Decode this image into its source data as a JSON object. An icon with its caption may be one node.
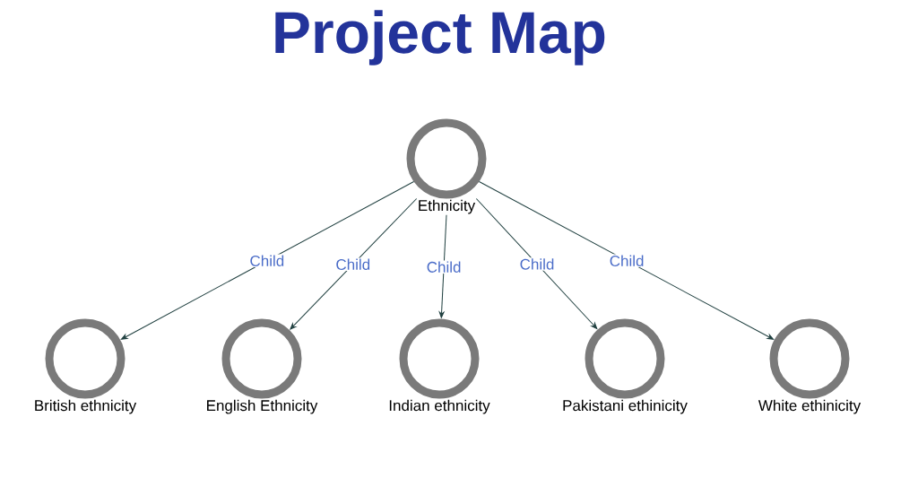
{
  "diagram": {
    "title": "Project Map",
    "nodes": [
      {
        "text": [
          "Ethnicity"
        ]
      },
      {
        "text": [
          "British ethnicity"
        ]
      },
      {
        "text": [
          "English Ethnicity"
        ]
      },
      {
        "text": [
          "Indian ethnicity"
        ]
      },
      {
        "text": [
          "Pakistani ethinicity"
        ]
      },
      {
        "text": [
          "White ethinicity"
        ]
      }
    ],
    "edges": [
      {
        "from": 0,
        "to": 1,
        "arrow": "to",
        "label": "Child"
      },
      {
        "from": 0,
        "to": 2,
        "arrow": "to",
        "label": "Child"
      },
      {
        "from": 0,
        "to": 3,
        "arrow": "to",
        "label": "Child"
      },
      {
        "from": 0,
        "to": 4,
        "arrow": "to",
        "label": "Child"
      },
      {
        "from": 0,
        "to": 5,
        "arrow": "to",
        "label": "Child"
      }
    ]
  }
}
